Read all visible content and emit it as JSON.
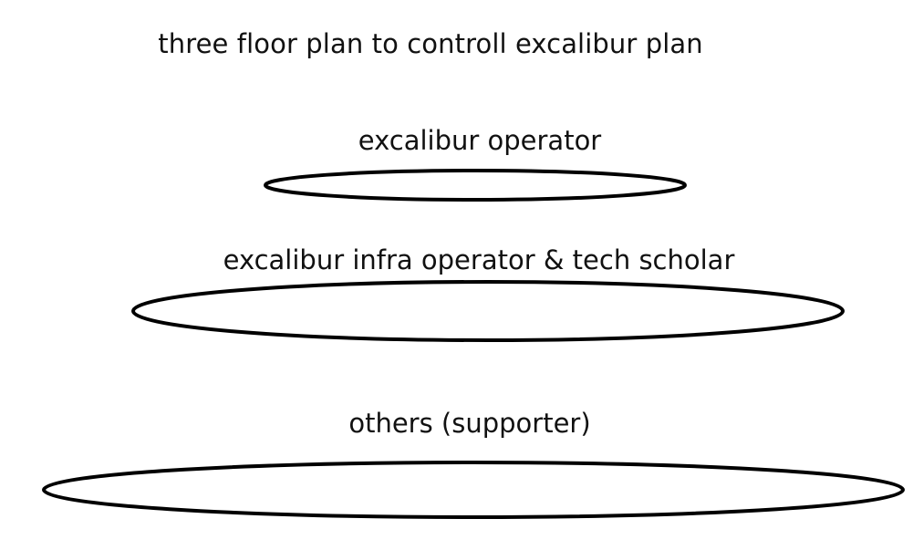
{
  "diagram": {
    "title": "three floor plan to controll excalibur plan",
    "floors": [
      {
        "label": "excalibur operator"
      },
      {
        "label": "excalibur infra operator & tech scholar"
      },
      {
        "label": "others (supporter)"
      }
    ],
    "colors": {
      "stroke": "#000000",
      "background": "#ffffff",
      "text": "#111111"
    }
  }
}
